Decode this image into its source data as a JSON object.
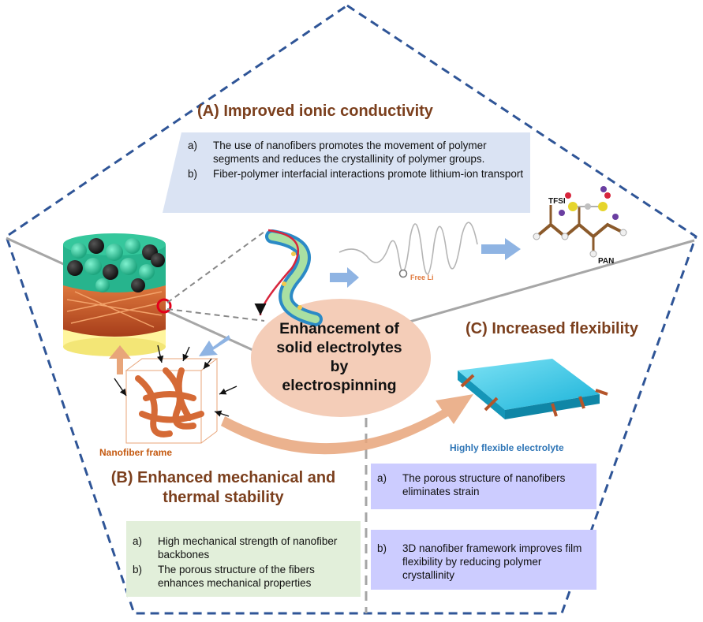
{
  "center": {
    "lines": [
      "Enhancement of",
      "solid electrolytes",
      "by",
      "electrospinning"
    ]
  },
  "section_a": {
    "title": "(A) Improved ionic conductivity",
    "items": [
      {
        "label": "a)",
        "text": "The use of nanofibers promotes the movement of polymer segments and reduces the crystallinity of polymer groups."
      },
      {
        "label": "b)",
        "text": "Fiber-polymer interfacial interactions promote lithium-ion transport"
      }
    ]
  },
  "section_b": {
    "title_line1": "(B) Enhanced mechanical and",
    "title_line2": "thermal stability",
    "items": [
      {
        "label": "a)",
        "text": "High mechanical strength of nanofiber backbones"
      },
      {
        "label": "b)",
        "text": "The porous structure of the fibers enhances mechanical properties"
      }
    ]
  },
  "section_c": {
    "title": "(C) Increased flexibility",
    "item_a": {
      "label": "a)",
      "text": "The porous structure of nanofibers eliminates strain"
    },
    "item_b": {
      "label": "b)",
      "text": "3D nanofiber framework improves film flexibility by reducing polymer crystallinity"
    }
  },
  "labels": {
    "nanofiber_frame": "Nanofiber frame",
    "flexible_electrolyte": "Highly flexible electrolyte",
    "free_li": "Free Li",
    "tfsi": "TFSI",
    "pan": "PAN"
  },
  "colors": {
    "border": "#2f5597",
    "title": "#7b3f1d",
    "box_a": "#dae3f3",
    "box_b": "#e2efda",
    "box_c": "#ccccff",
    "center_ellipse": "#f4cdb8",
    "arrow_orange": "#e8a57a",
    "arrow_blue": "#8fb4e3",
    "electrolyte": "#3ec9e6",
    "fiber": "#c65a2e"
  }
}
